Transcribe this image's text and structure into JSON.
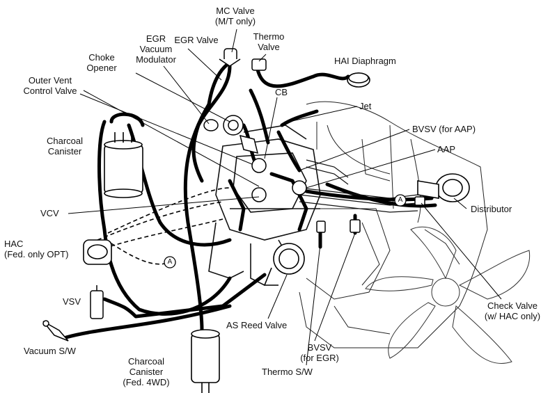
{
  "labels": {
    "mc_valve": "MC Valve\n(M/T only)",
    "egr_valve": "EGR Valve",
    "egr_vacuum_modulator": "EGR\nVacuum\nModulator",
    "thermo_valve": "Thermo\nValve",
    "hai_diaphragm": "HAI Diaphragm",
    "choke_opener": "Choke\nOpener",
    "outer_vent_control_valve": "Outer Vent\nControl Valve",
    "cb": "CB",
    "jet": "Jet",
    "charcoal_canister": "Charcoal\nCanister",
    "bvsv_aap": "BVSV (for AAP)",
    "aap": "AAP",
    "vcv": "VCV",
    "distributor": "Distributor",
    "hac": "HAC\n(Fed. only OPT)",
    "vsv": "VSV",
    "check_valve": "Check Valve\n(w/ HAC only)",
    "as_reed_valve": "AS Reed Valve",
    "bvsv_egr": "BVSV\n(for EGR)",
    "vacuum_sw": "Vacuum S/W",
    "charcoal_canister_4wd": "Charcoal\nCanister\n(Fed. 4WD)",
    "thermo_sw": "Thermo S/W"
  },
  "markers": {
    "a_left": "A",
    "a_right": "A"
  }
}
